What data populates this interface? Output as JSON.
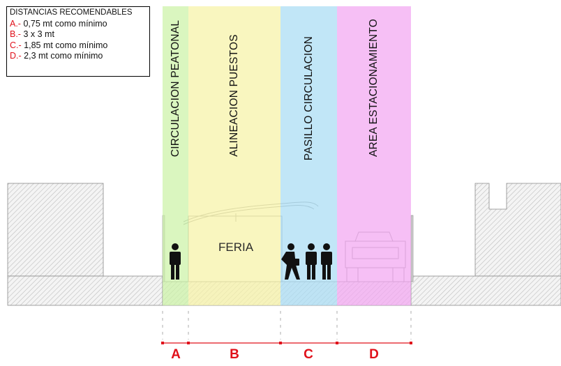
{
  "legend": {
    "title": "DISTANCIAS RECOMENDABLES",
    "items": [
      {
        "key": "A.-",
        "text": " 0,75 mt como mínimo"
      },
      {
        "key": "B.-",
        "text": " 3 x 3 mt"
      },
      {
        "key": "C.-",
        "text": " 1,85 mt como mínimo"
      },
      {
        "key": "D.-",
        "text": " 2,3 mt como mínimo"
      }
    ]
  },
  "zones": [
    {
      "letter": "A",
      "label": "CIRCULACION PEATONAL",
      "color": "#ccf2a6"
    },
    {
      "letter": "B",
      "label": "ALINEACION PUESTOS",
      "color": "#f7f3a6"
    },
    {
      "letter": "C",
      "label": "PASILLO CIRCULACION",
      "color": "#a9dcf4"
    },
    {
      "letter": "D",
      "label": "AREA ESTACIONAMIENTO",
      "color": "#f3a6f1"
    }
  ],
  "stall_label": "FERIA",
  "colors": {
    "accent_red": "#e0101a",
    "hatch": "#bdbdbd",
    "figure": "#111111"
  }
}
